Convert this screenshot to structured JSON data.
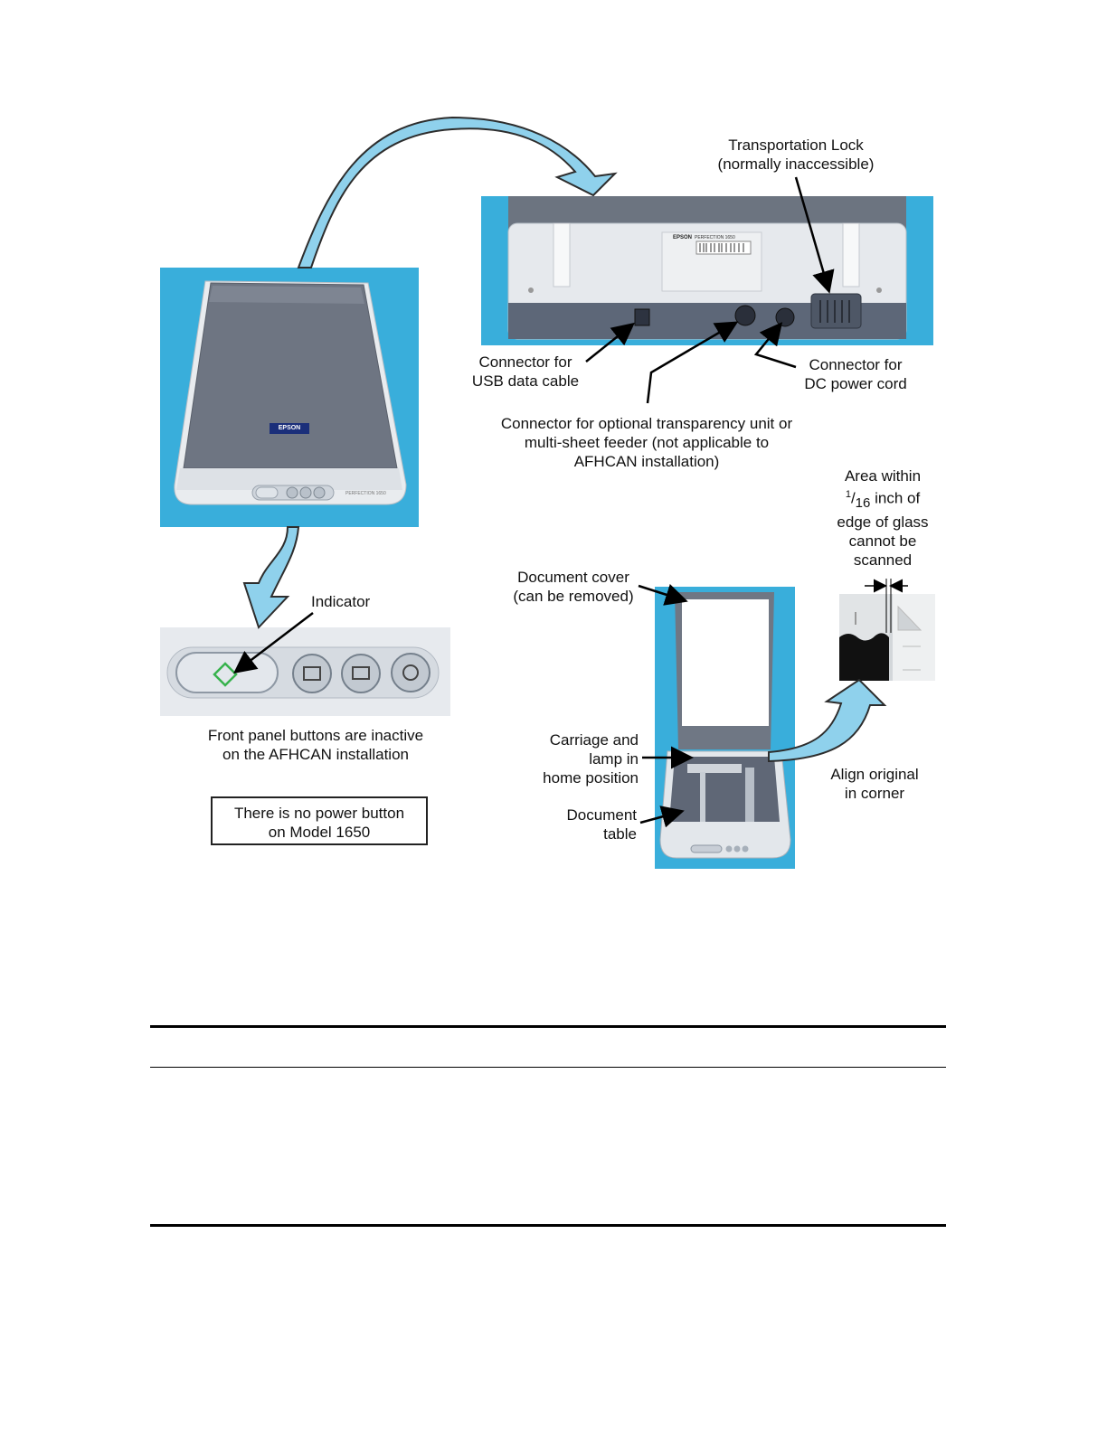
{
  "labels": {
    "transportation_lock": [
      "Transportation Lock",
      "(normally inaccessible)"
    ],
    "usb_connector": [
      "Connector for",
      "USB data cable"
    ],
    "dc_connector": [
      "Connector for",
      "DC power cord"
    ],
    "optional_connector": [
      "Connector for optional transparency unit or",
      "multi-sheet feeder (not applicable to",
      "AFHCAN installation)"
    ],
    "indicator": "Indicator",
    "front_panel": [
      "Front panel buttons are inactive",
      "on the AFHCAN installation"
    ],
    "power_note": [
      "There is no power button",
      "on Model 1650"
    ],
    "document_cover": [
      "Document cover",
      "(can be removed)"
    ],
    "carriage": [
      "Carriage and",
      "lamp in",
      "home position"
    ],
    "document_table": [
      "Document",
      "table"
    ],
    "align_original": [
      "Align original",
      "in corner"
    ],
    "area_within": {
      "line1": "Area within",
      "frac_num": "1",
      "frac_den": "16",
      "line2_rest": " inch of",
      "line3": "edge of glass",
      "line4": "cannot be",
      "line5": "scanned"
    }
  },
  "scanner": {
    "brand_top": "EPSON",
    "brand_rear": "EPSON",
    "model_rear": "PERFECTION 1650",
    "model_front": "PERFECTION 1650"
  },
  "colors": {
    "photo_bg": "#39aedb",
    "flow_arrow": "#8fd1ec",
    "lid_gray": "#6f7682",
    "body_white": "#e8ebef"
  }
}
